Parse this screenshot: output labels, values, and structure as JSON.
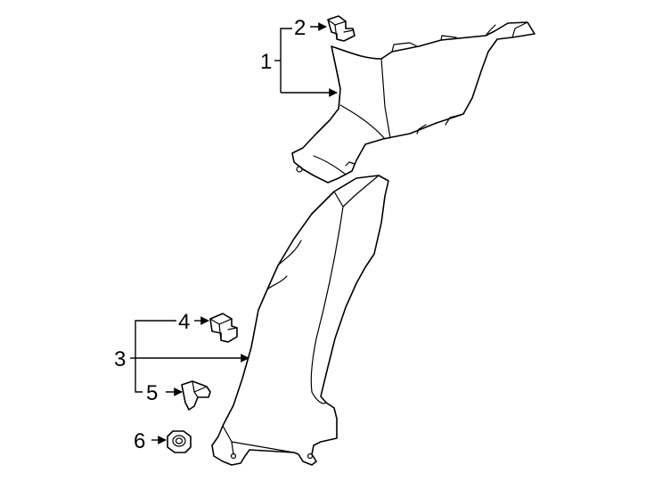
{
  "callouts": [
    {
      "id": "1",
      "text": "1"
    },
    {
      "id": "2",
      "text": "2"
    },
    {
      "id": "3",
      "text": "3"
    },
    {
      "id": "4",
      "text": "4"
    },
    {
      "id": "5",
      "text": "5"
    },
    {
      "id": "6",
      "text": "6"
    }
  ]
}
